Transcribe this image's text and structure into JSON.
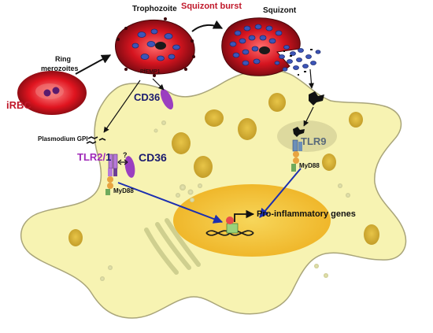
{
  "labels": {
    "trophozoite": "Trophozoite",
    "squizont_burst": "Squizont burst",
    "squizont": "Squizont",
    "ring_merozoites_1": "Ring",
    "ring_merozoites_2": "merozoites",
    "irbc": "iRBC",
    "pfemp1": "PfEMP1",
    "cd36_top": "CD36",
    "plasmodium_gpi": "Plasmodium GPI",
    "tlr2_1_a": "TLR2/",
    "tlr2_1_b": "1",
    "question": "?",
    "cd36_mid": "CD36",
    "tlr9": "TLR9",
    "myd88_left": "MyD88",
    "myd88_right": "MyD88",
    "pro_inflammatory": "Pro-inflammatory genes"
  },
  "colors": {
    "rbc_red": "#c8141e",
    "rbc_dark": "#7a0a10",
    "parasite_blue": "#4a66c8",
    "cell_fill": "#f7f3b2",
    "cell_stroke": "#a9a57a",
    "nucleus": "#f2c432",
    "cd36": "#9b3fc0",
    "arrow_blue": "#1c2fb0",
    "label_red": "#c0182a",
    "label_navy": "#1a1a6e"
  }
}
